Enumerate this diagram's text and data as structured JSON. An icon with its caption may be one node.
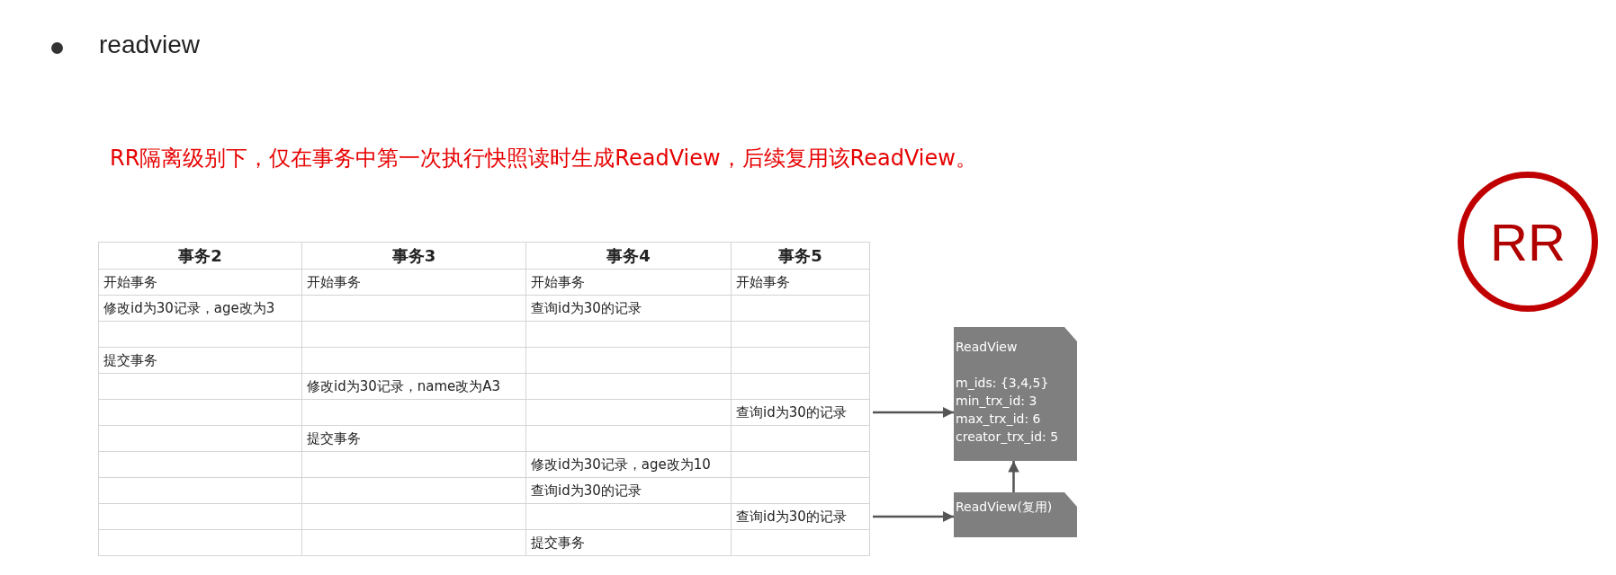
{
  "diagram": {
    "title": "readview",
    "nodes": [
      {
        "text": [
          "查询id为30的记录"
        ]
      },
      {
        "text": [
          "ReadView",
          "m_ids: {3,4,5}",
          "min_trx_id: 3",
          "max_trx_id: 6",
          "creator_trx_id: 5"
        ]
      },
      {
        "text": [
          "查询id为30的记录"
        ]
      },
      {
        "text": [
          "ReadView(复用)"
        ]
      },
      {
        "text": [
          "RR"
        ]
      }
    ],
    "edges": [
      {
        "from": 0,
        "to": 1,
        "arrow": "to"
      },
      {
        "from": 2,
        "to": 3,
        "arrow": "to"
      },
      {
        "from": 3,
        "to": 1,
        "arrow": "to"
      }
    ],
    "labels": [
      "RR隔离级别下，仅在事务中第一次执行快照读时生成ReadView，后续复用该ReadView。",
      "事务2",
      "事务3",
      "事务4",
      "事务5",
      "开始事务",
      "开始事务",
      "开始事务",
      "开始事务",
      "修改id为30记录，age改为3",
      "查询id为30的记录",
      "提交事务",
      "修改id为30记录，name改为A3",
      "提交事务",
      "修改id为30记录，age改为10",
      "查询id为30的记录",
      "提交事务"
    ]
  }
}
